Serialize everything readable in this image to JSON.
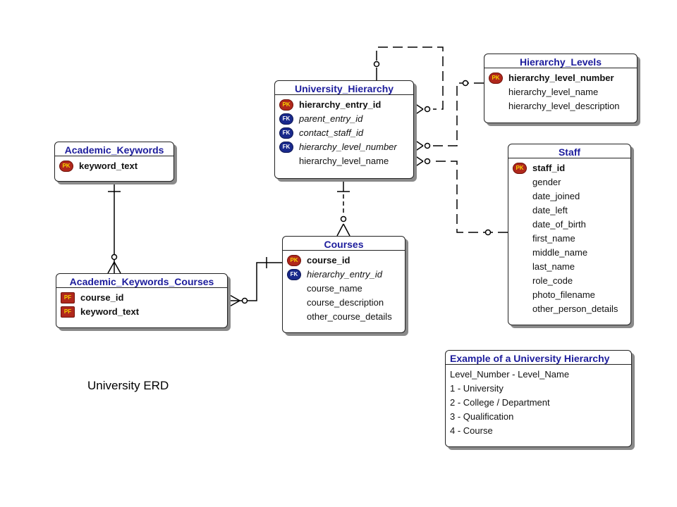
{
  "caption": "University ERD",
  "entities": {
    "academic_keywords": {
      "title": "Academic_Keywords",
      "attrs": [
        {
          "badge": "PK",
          "name": "keyword_text"
        }
      ]
    },
    "academic_keywords_courses": {
      "title": "Academic_Keywords_Courses",
      "attrs": [
        {
          "badge": "PF",
          "name": "course_id"
        },
        {
          "badge": "PF",
          "name": "keyword_text"
        }
      ]
    },
    "university_hierarchy": {
      "title": "University_Hierarchy",
      "attrs": [
        {
          "badge": "PK",
          "name": "hierarchy_entry_id"
        },
        {
          "badge": "FK",
          "name": "parent_entry_id"
        },
        {
          "badge": "FK",
          "name": "contact_staff_id"
        },
        {
          "badge": "FK",
          "name": "hierarchy_level_number"
        },
        {
          "badge": "",
          "name": "hierarchy_level_name"
        }
      ]
    },
    "hierarchy_levels": {
      "title": "Hierarchy_Levels",
      "attrs": [
        {
          "badge": "PK",
          "name": "hierarchy_level_number"
        },
        {
          "badge": "",
          "name": "hierarchy_level_name"
        },
        {
          "badge": "",
          "name": "hierarchy_level_description"
        }
      ]
    },
    "courses": {
      "title": "Courses",
      "attrs": [
        {
          "badge": "PK",
          "name": "course_id"
        },
        {
          "badge": "FK",
          "name": "hierarchy_entry_id"
        },
        {
          "badge": "",
          "name": "course_name"
        },
        {
          "badge": "",
          "name": "course_description"
        },
        {
          "badge": "",
          "name": "other_course_details"
        }
      ]
    },
    "staff": {
      "title": "Staff",
      "attrs": [
        {
          "badge": "PK",
          "name": "staff_id"
        },
        {
          "badge": "",
          "name": "gender"
        },
        {
          "badge": "",
          "name": "date_joined"
        },
        {
          "badge": "",
          "name": "date_left"
        },
        {
          "badge": "",
          "name": "date_of_birth"
        },
        {
          "badge": "",
          "name": "first_name"
        },
        {
          "badge": "",
          "name": "middle_name"
        },
        {
          "badge": "",
          "name": "last_name"
        },
        {
          "badge": "",
          "name": "role_code"
        },
        {
          "badge": "",
          "name": "photo_filename"
        },
        {
          "badge": "",
          "name": "other_person_details"
        }
      ]
    }
  },
  "example": {
    "title": "Example of a University Hierarchy",
    "lines": [
      "Level_Number - Level_Name",
      "1 - University",
      "2 - College / Department",
      "3 - Qualification",
      "4 - Course"
    ]
  }
}
